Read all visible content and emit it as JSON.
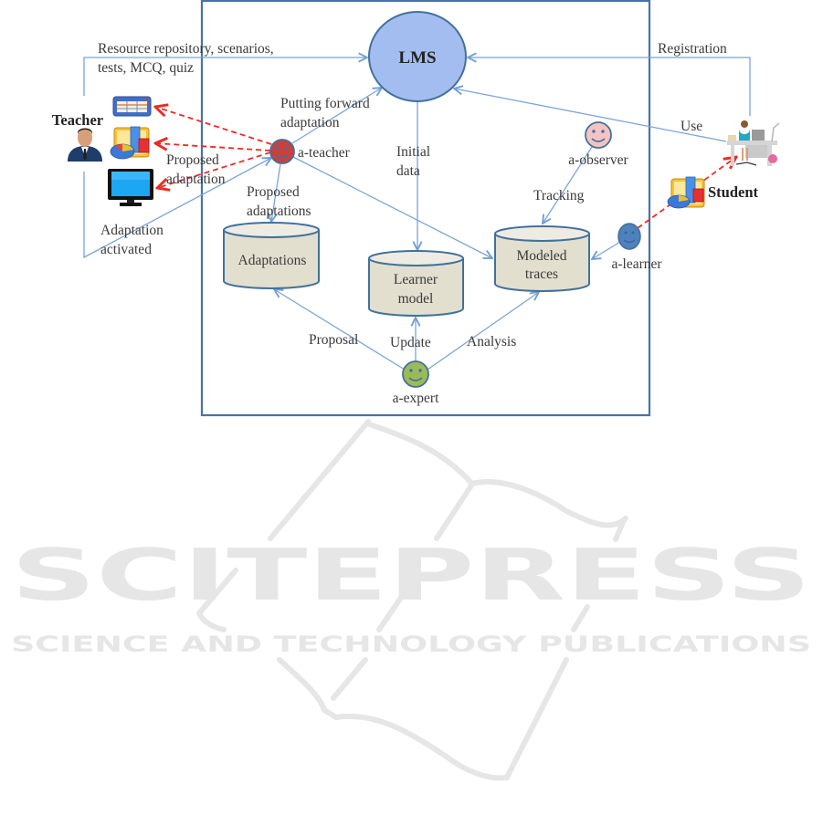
{
  "diagram": {
    "watermark": {
      "brand": "SCITEPRESS",
      "tagline": "SCIENCE AND TECHNOLOGY PUBLICATIONS"
    },
    "nodes": {
      "lms": {
        "label": "LMS",
        "color": "#a4bdf0"
      },
      "adaptations": {
        "label": "Adaptations",
        "color": "#e2dfcf"
      },
      "learner_model": {
        "line1": "Learner",
        "line2": "model",
        "color": "#e2dfcf"
      },
      "modeled_traces": {
        "line1": "Modeled",
        "line2": "traces",
        "color": "#e2dfcf"
      }
    },
    "agents": {
      "a_teacher": {
        "label": "a-teacher",
        "color": "#c9403f"
      },
      "a_observer": {
        "label": "a-observer",
        "color": "#f4c3c3"
      },
      "a_learner": {
        "label": "a-learner",
        "color": "#4f81bd"
      },
      "a_expert": {
        "label": "a-expert",
        "color": "#9bbb59"
      }
    },
    "actors": {
      "teacher": "Teacher",
      "student": "Student"
    },
    "edges": {
      "resources_line1": "Resource repository, scenarios,",
      "resources_line2": "tests, MCQ, quiz",
      "registration": "Registration",
      "use": "Use",
      "putting_forward_line1": "Putting forward",
      "putting_forward_line2": "adaptation",
      "initial_line1": "Initial",
      "initial_line2": "data",
      "proposed_adaptation_line1": "Proposed",
      "proposed_adaptation_line2": "adaptation",
      "proposed_adaptations_line1": "Proposed",
      "proposed_adaptations_line2": "adaptations",
      "adaptation_activated_line1": "Adaptation",
      "adaptation_activated_line2": "activated",
      "tracking": "Tracking",
      "proposal": "Proposal",
      "update": "Update",
      "analysis": "Analysis"
    },
    "colors": {
      "edge": "#7aa5d8",
      "frame": "#4a72a8",
      "dashed": "#ee2a24",
      "outline": "#41719c"
    }
  }
}
